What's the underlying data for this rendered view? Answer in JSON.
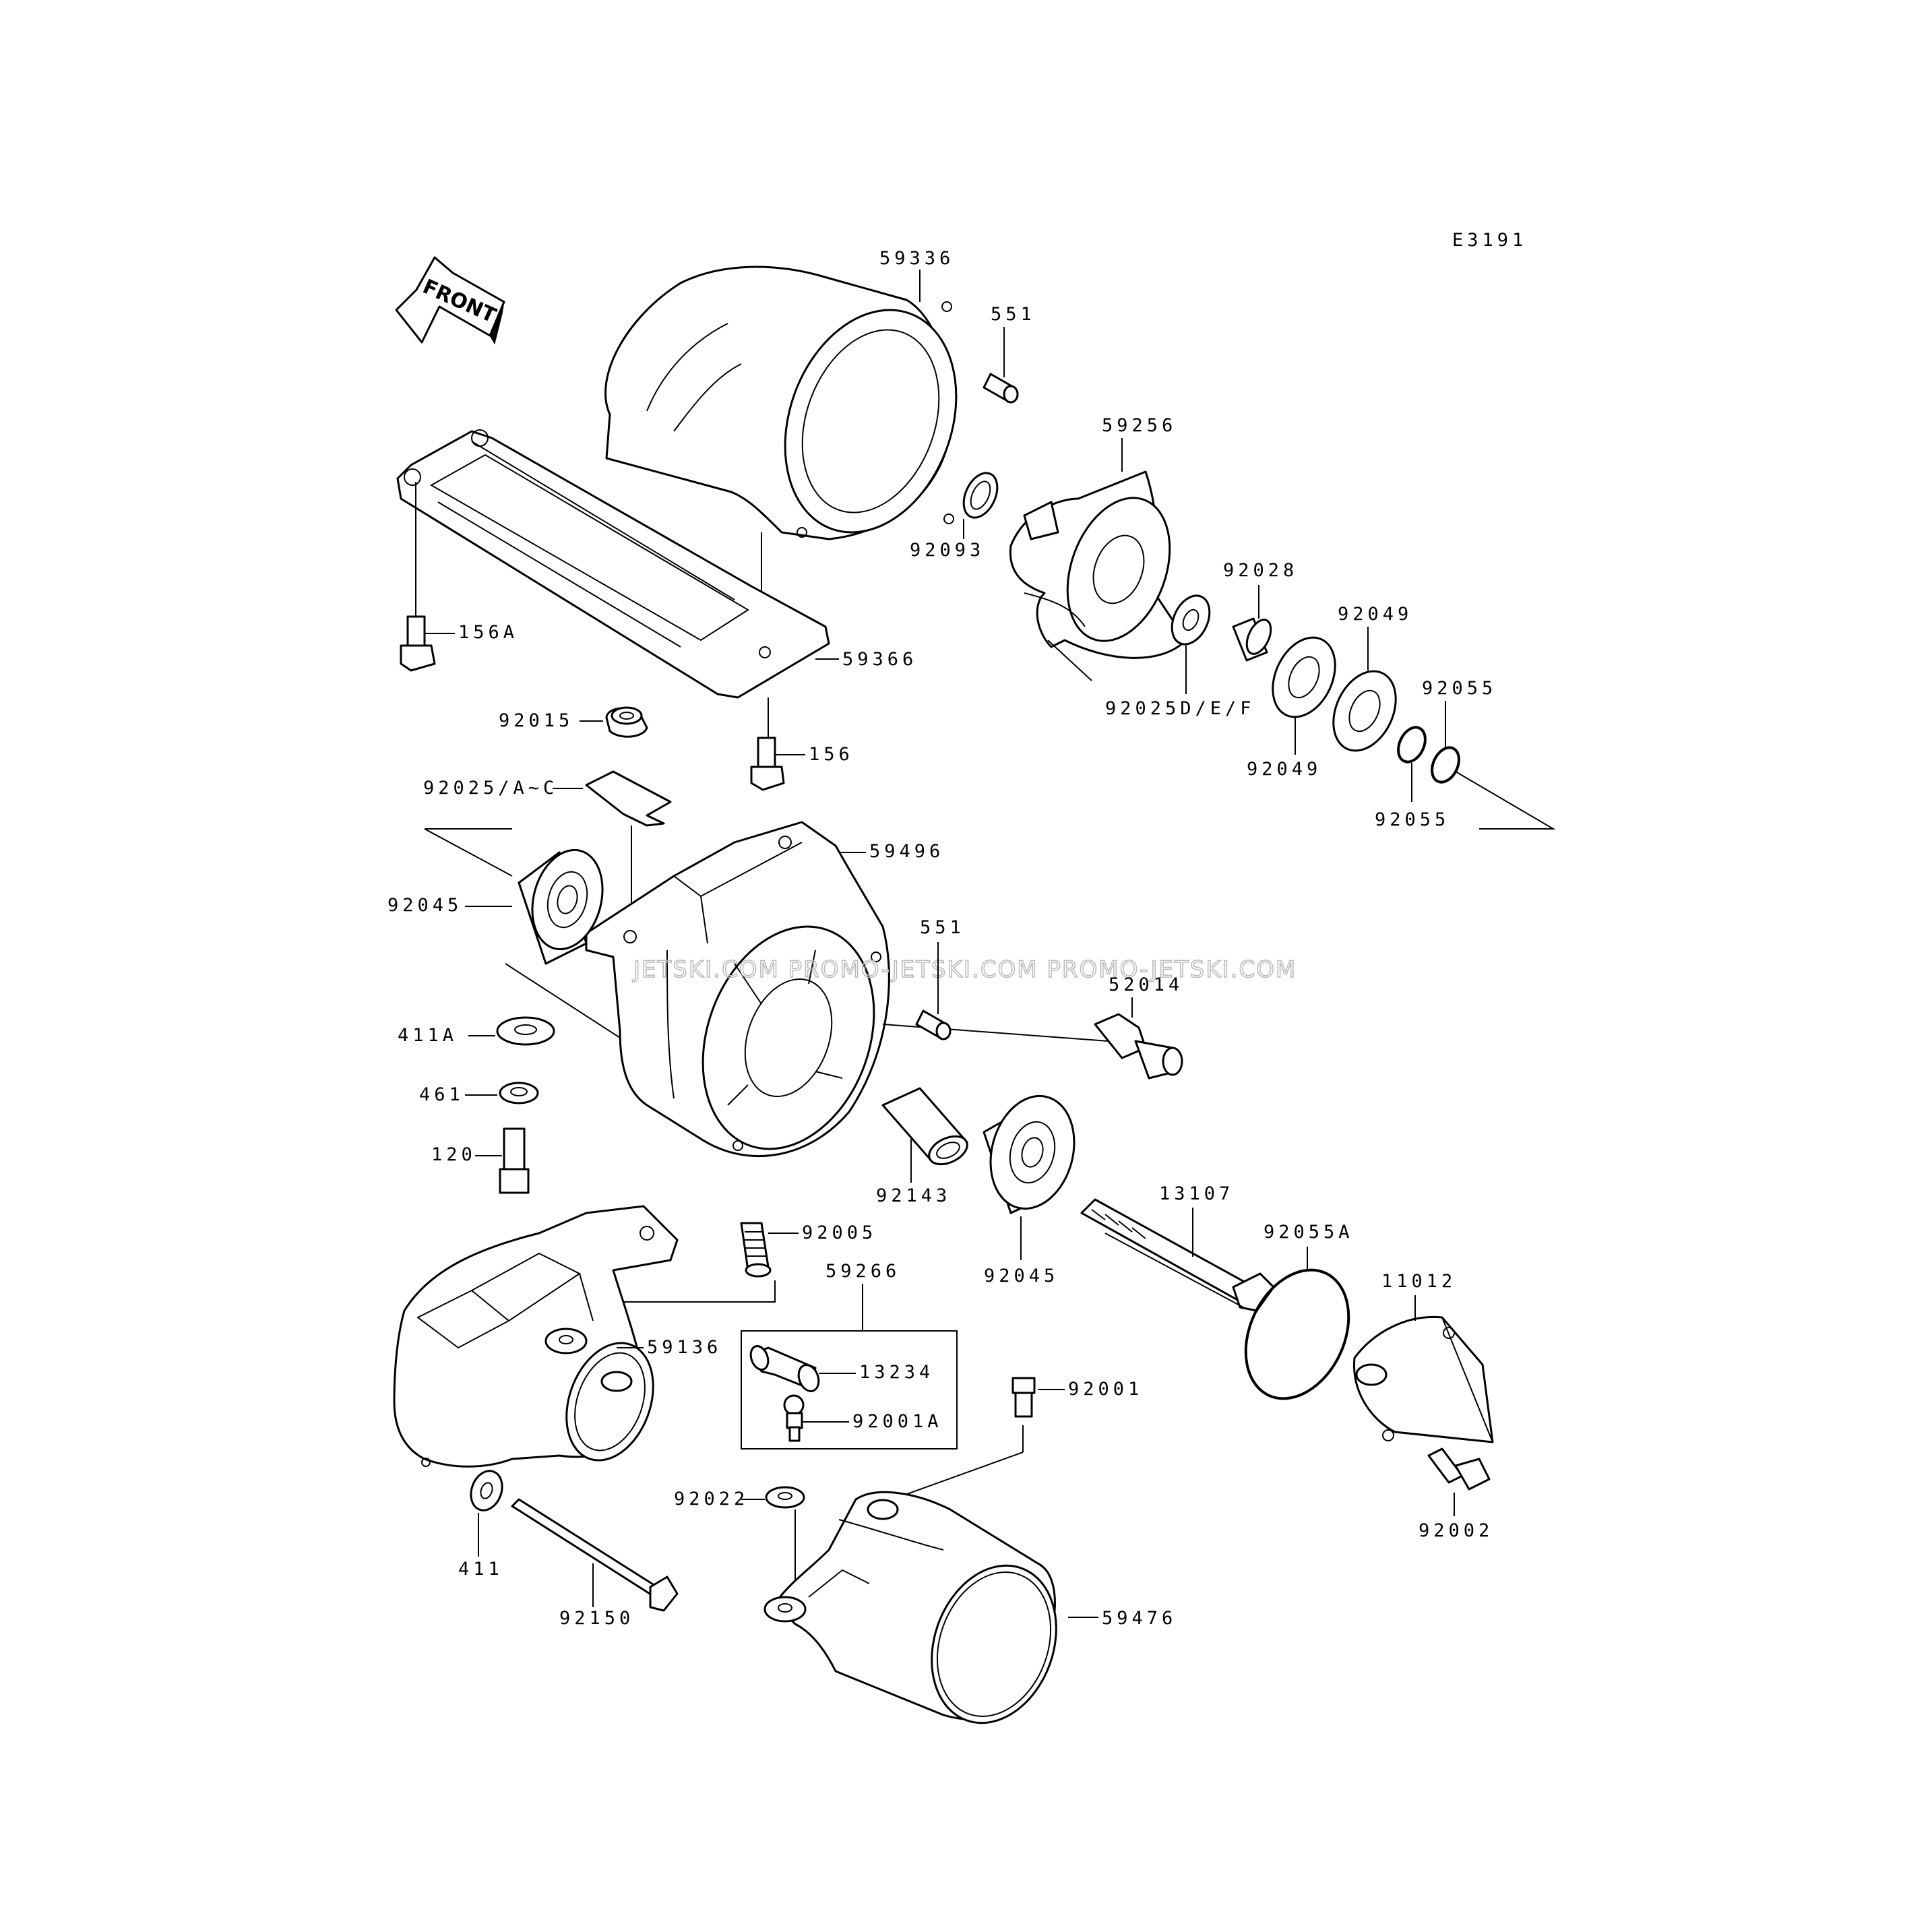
{
  "diagram_code": "E3191",
  "front_label": "FRONT",
  "watermark": "JETSKI.COM   PROMO-JETSKI.COM   PROMO-JETSKI.COM",
  "parts": {
    "p59336": "59336",
    "p551_top": "551",
    "p59256": "59256",
    "p92093": "92093",
    "p92028": "92028",
    "p92049_upper": "92049",
    "p92055_upper": "92055",
    "p156A": "156A",
    "p59366": "59366",
    "p92025DEF": "92025D/E/F",
    "p92049_lower": "92049",
    "p92055_lower": "92055",
    "p92015": "92015",
    "p156": "156",
    "p92025AC": "92025/A~C",
    "p59496": "59496",
    "p92045_left": "92045",
    "p551_mid": "551",
    "p52014": "52014",
    "p411A": "411A",
    "p461": "461",
    "p120": "120",
    "p92143": "92143",
    "p13107": "13107",
    "p92005": "92005",
    "p92055A": "92055A",
    "p11012": "11012",
    "p59266": "59266",
    "p92045_right": "92045",
    "p59136": "59136",
    "p13234": "13234",
    "p92001A": "92001A",
    "p92001": "92001",
    "p92022": "92022",
    "p92002": "92002",
    "p411": "411",
    "p92150": "92150",
    "p59476": "59476"
  }
}
